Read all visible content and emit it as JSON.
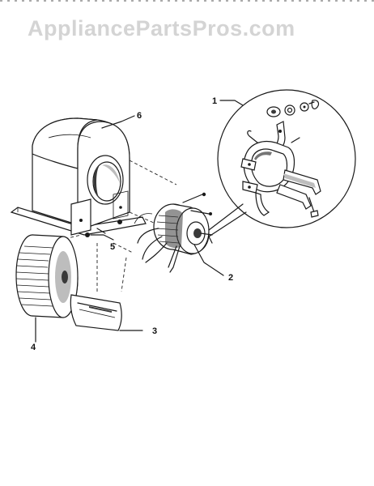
{
  "watermark": "AppliancePartsPros.com",
  "callouts": {
    "c1": "1",
    "c2": "2",
    "c3": "3",
    "c4": "4",
    "c5": "5",
    "c6": "6"
  }
}
